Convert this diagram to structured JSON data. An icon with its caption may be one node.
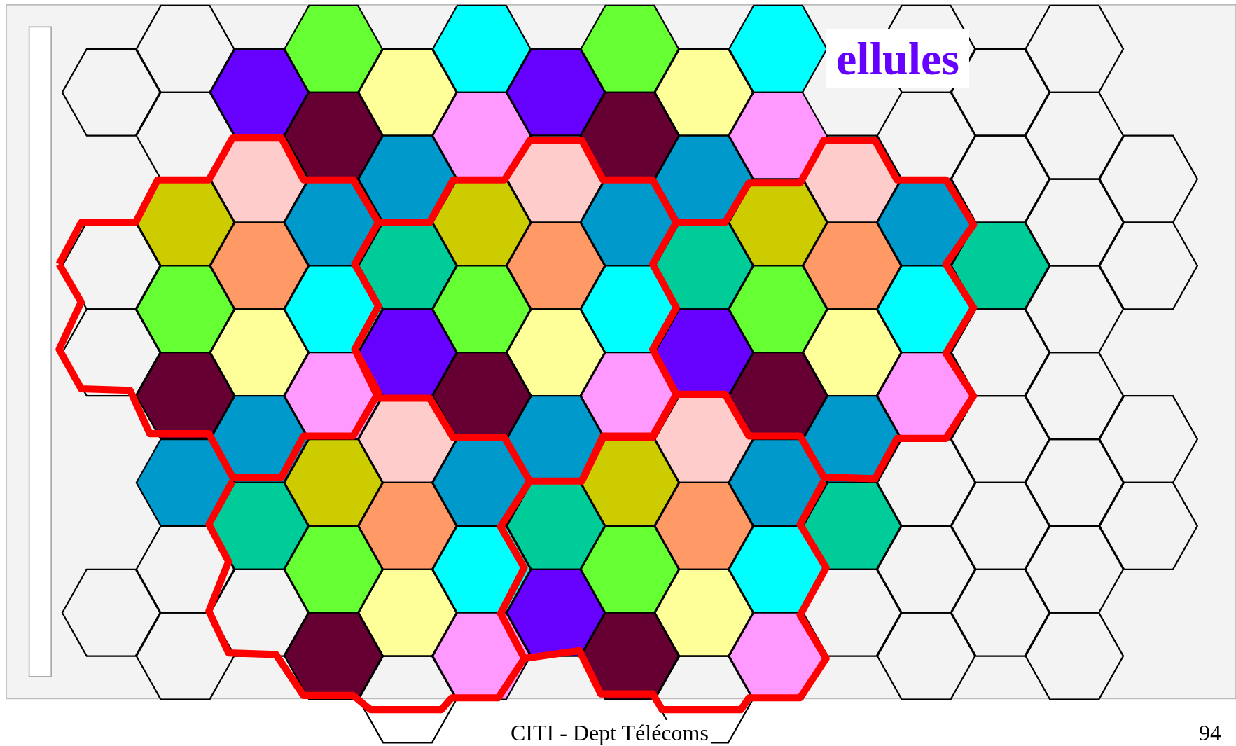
{
  "diagram": {
    "title": "ellules",
    "labels": [
      "CITI - Dept Télécoms",
      "94"
    ]
  }
}
